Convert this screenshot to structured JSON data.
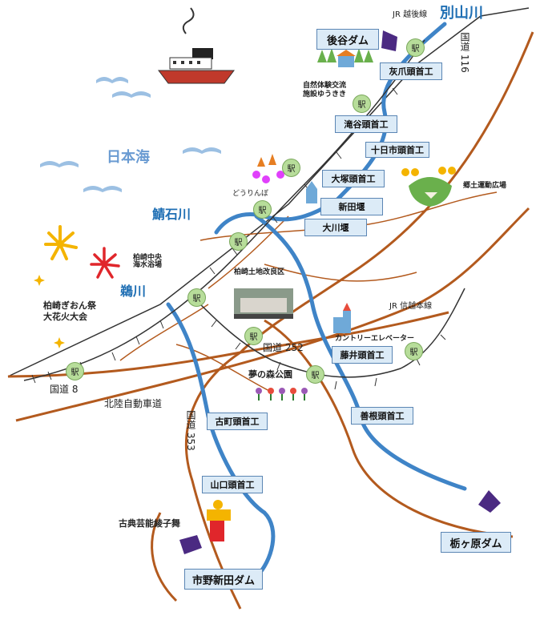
{
  "map": {
    "water_color": "#3f84c7",
    "road_color": "#b35a1e",
    "rail_color": "#333333",
    "station_label": "駅",
    "labels": {
      "jr_echigo": "JR 越後線",
      "bessan_river": "別山川",
      "route_116": "国道 116",
      "sea": "日本海",
      "saba_river": "鯖石川",
      "kamo_river": "鵜川",
      "douring": "どうりんぼ",
      "hanabi_area": "柏崎中央\n海水浴場",
      "gion": "柏崎ぎおん祭\n大花火大会",
      "kariwa": "柏崎土地改良区",
      "route_252": "国道 252",
      "jr_shinetsu": "JR 信越本線",
      "elevator": "カントリーエレベーター",
      "yume": "夢の森公園",
      "route_8": "国道 8",
      "hokuriku": "北陸自動車道",
      "route_353": "国道 353",
      "kabuki": "古典芸能綾子舞",
      "shizen": "自然体験交流\n施設ゆうきき",
      "kyodo": "郷土運動広場"
    },
    "boxes": {
      "gotani_dam": "後谷ダム",
      "haimura": "灰爪頭首工",
      "takiya": "滝谷頭首工",
      "tokaichi": "十日市頭首工",
      "otsuka": "大塚頭首工",
      "shinden_weir": "新田堰",
      "okawa_weir": "大川堰",
      "sakai": "藤井頭首工",
      "zenne": "善根頭首工",
      "furumachi": "古町頭首工",
      "yamaguchi": "山口頭首工",
      "tochigahara": "栃ヶ原ダム",
      "ichino_dam": "市野新田ダム"
    }
  }
}
